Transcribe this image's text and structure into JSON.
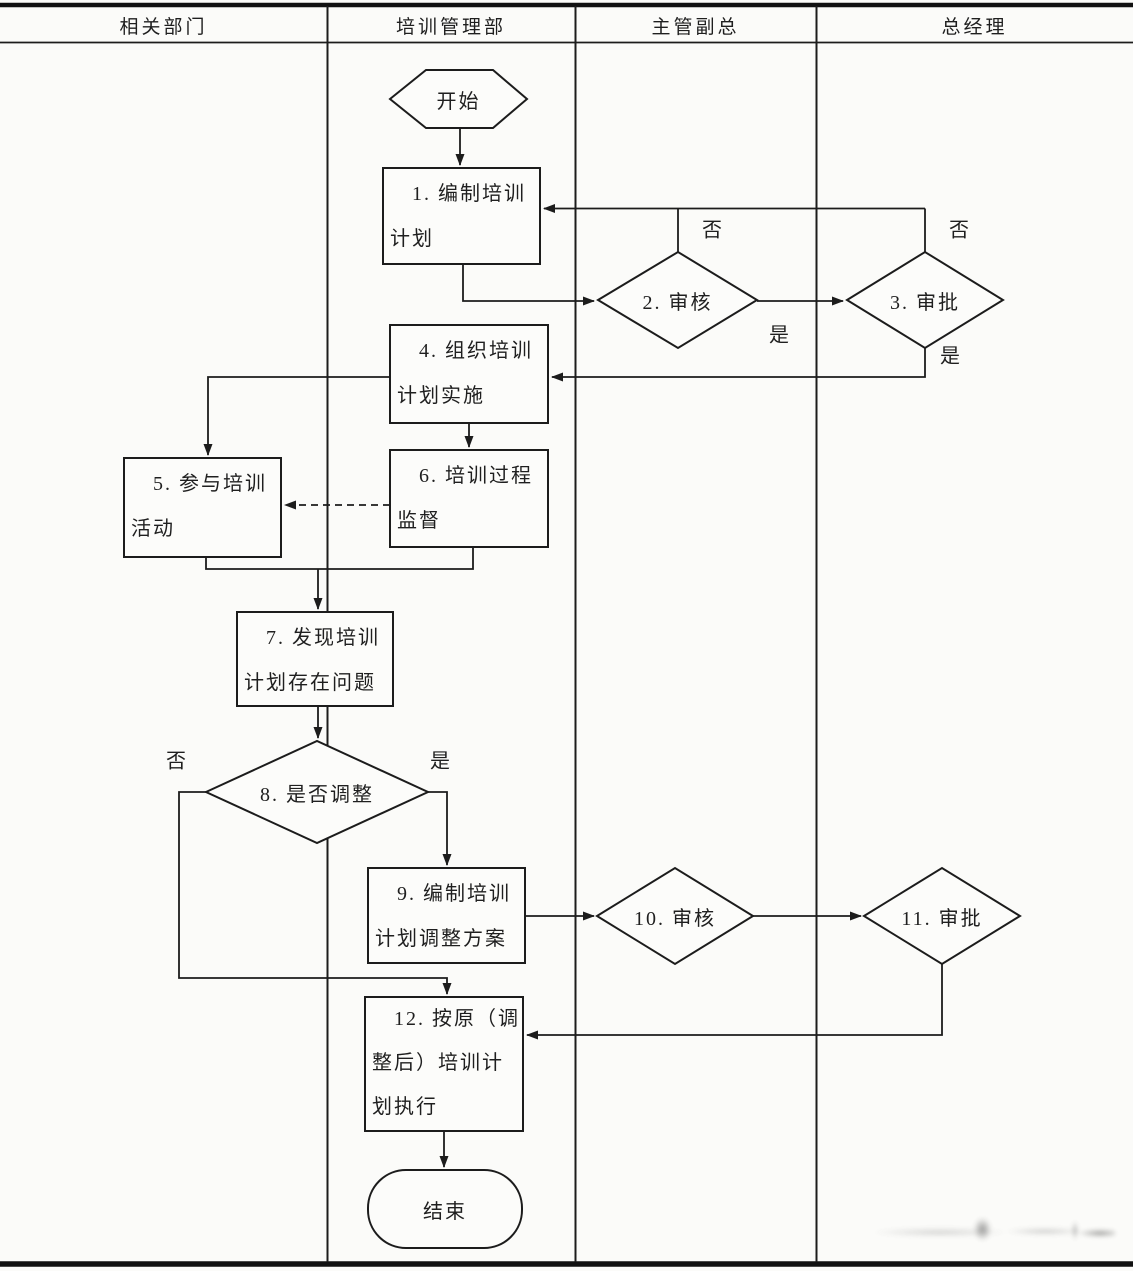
{
  "lanes": [
    {
      "label": "相关部门"
    },
    {
      "label": "培训管理部"
    },
    {
      "label": "主管副总"
    },
    {
      "label": "总经理"
    }
  ],
  "nodes": {
    "start": {
      "type": "hexagon",
      "label": "开始"
    },
    "n1": {
      "type": "process",
      "lines": [
        "1. 编制培训",
        "计划"
      ]
    },
    "n2": {
      "type": "decision",
      "label": "2. 审核"
    },
    "n3": {
      "type": "decision",
      "label": "3. 审批"
    },
    "n4": {
      "type": "process",
      "lines": [
        "4. 组织培训",
        "计划实施"
      ]
    },
    "n5": {
      "type": "process",
      "lines": [
        "5. 参与培训",
        "活动"
      ]
    },
    "n6": {
      "type": "process",
      "lines": [
        "6. 培训过程",
        "监督"
      ]
    },
    "n7": {
      "type": "process",
      "lines": [
        "7. 发现培训",
        "计划存在问题"
      ]
    },
    "n8": {
      "type": "decision",
      "label": "8. 是否调整"
    },
    "n9": {
      "type": "process",
      "lines": [
        "9. 编制培训",
        "计划调整方案"
      ]
    },
    "n10": {
      "type": "decision",
      "label": "10. 审核"
    },
    "n11": {
      "type": "decision",
      "label": "11. 审批"
    },
    "n12": {
      "type": "process",
      "lines": [
        "12. 按原（调",
        "整后）培训计",
        "划执行"
      ]
    },
    "end": {
      "type": "terminator",
      "label": "结束"
    }
  },
  "edge_labels": {
    "d2_no": "否",
    "d2_yes": "是",
    "d3_no": "否",
    "d3_yes": "是",
    "d8_no": "否",
    "d8_yes": "是"
  },
  "colors": {
    "line": "#1c1c1c",
    "paper": "#fbfbf9",
    "shape_fill": "#fcfcfa"
  }
}
